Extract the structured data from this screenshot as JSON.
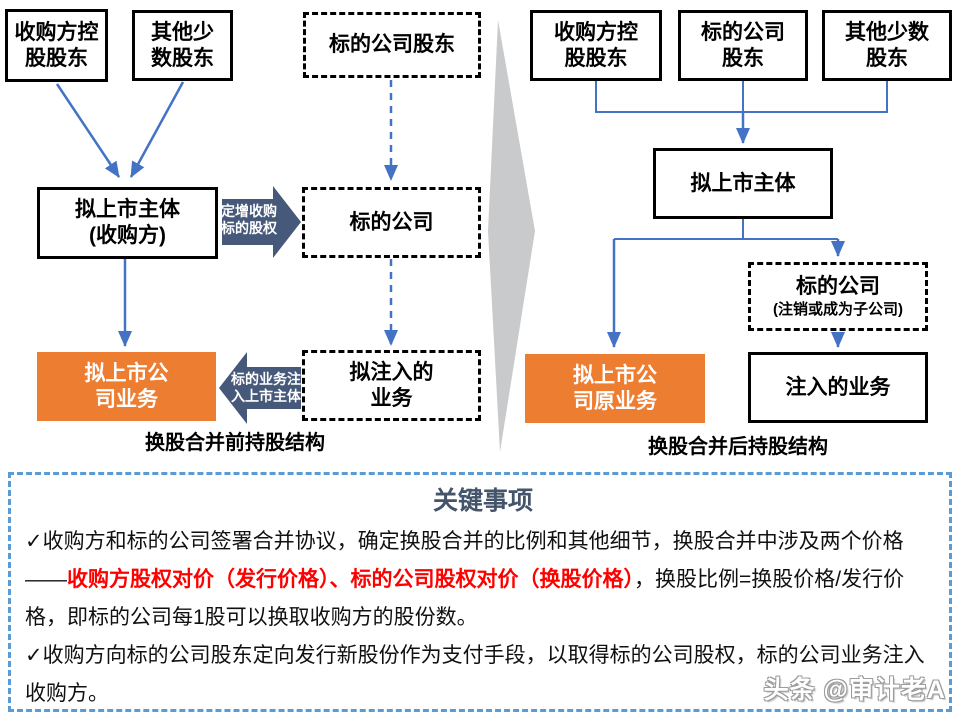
{
  "pre": {
    "caption": "换股合并前持股结构",
    "boxes": {
      "acquirer_ctrl": "收购方控\n股股东",
      "minority": "其他少\n数股东",
      "target_sh": "标的公司股东",
      "listco": "拟上市主体\n(收购方)",
      "target": "标的公司",
      "inject_biz": "拟注入的\n业务",
      "listco_biz": "拟上市公\n司业务"
    },
    "arrow_labels": {
      "acquire": "定增收购\n标的股权",
      "inject": "标的业务注\n入上市主体"
    }
  },
  "post": {
    "caption": "换股合并后持股结构",
    "boxes": {
      "acquirer_ctrl": "收购方控\n股股东",
      "target_sh": "标的公司\n股东",
      "minority": "其他少数\n股东",
      "listco": "拟上市主体",
      "target": "标的公司",
      "target_note": "(注销或成为子公司)",
      "injected_biz": "注入的业务",
      "listco_biz": "拟上市公\n司原业务"
    }
  },
  "key_points": {
    "title": "关键事项",
    "p1_pre": "✓收购方和标的公司签署合并协议，确定换股合并的比例和其他细节，换股合并中涉及两个价格——",
    "p1_red": "收购方股权对价（发行价格）、标的公司股权对价（换股价格）",
    "p1_post": "，换股比例=换股价格/发行价格，即标的公司每1股可以换取收购方的股份数。",
    "p2": "✓收购方向标的公司股东定向发行新股份作为支付手段，以取得标的公司股权，标的公司业务注入收购方。"
  },
  "watermark": "头条 @审计老A",
  "colors": {
    "connector_blue": "#4472C4",
    "dark_arrow": "#47597A",
    "orange_fill": "#ED7D31",
    "title_navy": "#44546A",
    "highlight_red": "#FF0000",
    "chevron_gray": "#C9CACC",
    "keybox_border": "#5B9BD5"
  }
}
